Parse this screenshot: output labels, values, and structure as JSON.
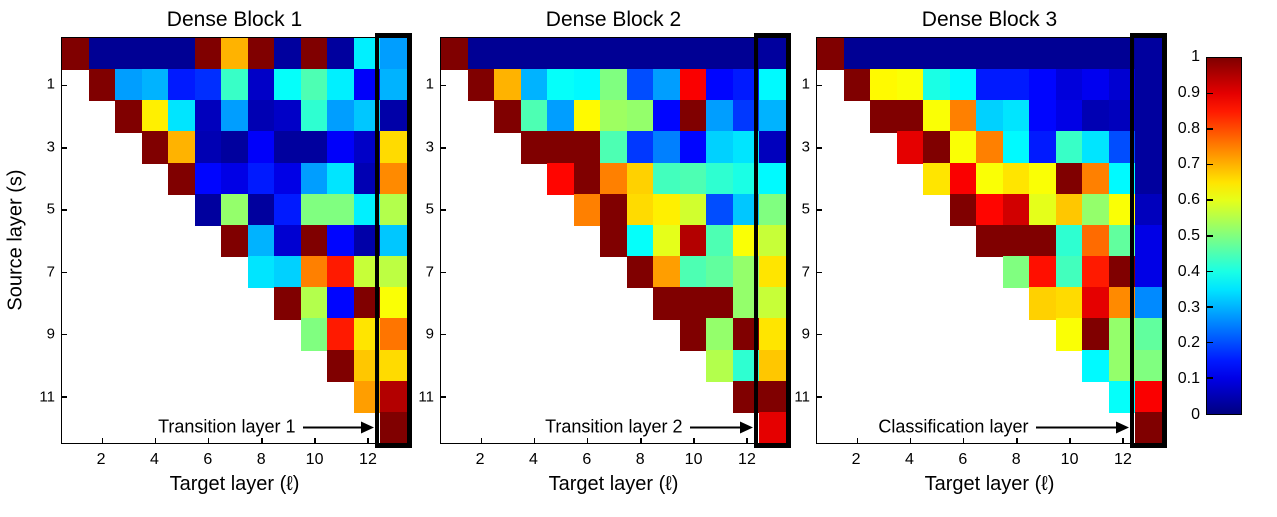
{
  "chart_data": {
    "type": "heatmap",
    "colormap": "jet",
    "value_range": [
      0,
      1
    ],
    "n_rows": 13,
    "n_cols": 13,
    "x_label": "Target layer (ℓ)",
    "y_label": "Source layer (s)",
    "x_tick_labels": [
      "2",
      "4",
      "6",
      "8",
      "10",
      "12"
    ],
    "x_tick_cols": [
      2,
      4,
      6,
      8,
      10,
      12
    ],
    "y_tick_labels": [
      "1",
      "3",
      "5",
      "7",
      "9",
      "11"
    ],
    "y_tick_rows": [
      1,
      3,
      5,
      7,
      9,
      11
    ],
    "grid": false,
    "legend_position": "right-colorbar",
    "colorbar_ticks": [
      "1",
      "0.9",
      "0.8",
      "0.7",
      "0.6",
      "0.5",
      "0.4",
      "0.3",
      "0.2",
      "0.1",
      "0"
    ],
    "highlight_color": "#000000",
    "panels": [
      {
        "title": "Dense Block 1",
        "annotation": "Transition layer 1",
        "highlight_column": 13,
        "matrix": [
          [
            1,
            0.02,
            0.02,
            0.02,
            0.02,
            1,
            0.7,
            1,
            0.03,
            1,
            0.03,
            0.36,
            0.28
          ],
          [
            null,
            1,
            0.28,
            0.3,
            0.15,
            0.17,
            0.43,
            0.07,
            0.38,
            0.45,
            0.36,
            0.12,
            0.3
          ],
          [
            null,
            null,
            1,
            0.64,
            0.35,
            0.06,
            0.28,
            0.05,
            0.07,
            0.42,
            0.28,
            0.32,
            0.04
          ],
          [
            null,
            null,
            null,
            1,
            0.7,
            0.05,
            0.03,
            0.12,
            0.03,
            0.03,
            0.12,
            0.07,
            0.66
          ],
          [
            null,
            null,
            null,
            null,
            1,
            0.13,
            0.1,
            0.15,
            0.1,
            0.28,
            0.35,
            0.05,
            0.74
          ],
          [
            null,
            null,
            null,
            null,
            null,
            0.03,
            0.52,
            0.03,
            0.15,
            0.5,
            0.5,
            0.36,
            0.55
          ],
          [
            null,
            null,
            null,
            null,
            null,
            null,
            1,
            0.3,
            0.08,
            1,
            0.13,
            0.04,
            0.32
          ],
          [
            null,
            null,
            null,
            null,
            null,
            null,
            null,
            0.35,
            0.33,
            0.75,
            0.85,
            0.57,
            0.56
          ],
          [
            null,
            null,
            null,
            null,
            null,
            null,
            null,
            null,
            1,
            0.55,
            0.13,
            1,
            0.62
          ],
          [
            null,
            null,
            null,
            null,
            null,
            null,
            null,
            null,
            null,
            0.5,
            0.85,
            0.65,
            0.76
          ],
          [
            null,
            null,
            null,
            null,
            null,
            null,
            null,
            null,
            null,
            null,
            1,
            0.68,
            0.66
          ],
          [
            null,
            null,
            null,
            null,
            null,
            null,
            null,
            null,
            null,
            null,
            null,
            0.72,
            0.95
          ],
          [
            null,
            null,
            null,
            null,
            null,
            null,
            null,
            null,
            null,
            null,
            null,
            null,
            1
          ]
        ]
      },
      {
        "title": "Dense Block 2",
        "annotation": "Transition layer 2",
        "highlight_column": 13,
        "matrix": [
          [
            1,
            0.02,
            0.02,
            0.02,
            0.02,
            0.02,
            0.02,
            0.02,
            0.02,
            0.02,
            0.02,
            0.02,
            0.03
          ],
          [
            null,
            1,
            0.7,
            0.3,
            0.38,
            0.37,
            0.5,
            0.2,
            0.28,
            0.88,
            0.13,
            0.15,
            0.37
          ],
          [
            null,
            null,
            1,
            0.45,
            0.28,
            0.63,
            0.53,
            0.52,
            0.13,
            1,
            0.28,
            0.18,
            0.3
          ],
          [
            null,
            null,
            null,
            1,
            1,
            1,
            0.45,
            0.18,
            0.25,
            0.13,
            0.33,
            0.35,
            0.06
          ],
          [
            null,
            null,
            null,
            null,
            0.87,
            1,
            0.75,
            0.67,
            0.44,
            0.45,
            0.42,
            0.4,
            0.37
          ],
          [
            null,
            null,
            null,
            null,
            null,
            0.75,
            1,
            0.66,
            0.64,
            0.58,
            0.2,
            0.32,
            0.5
          ],
          [
            null,
            null,
            null,
            null,
            null,
            null,
            1,
            0.38,
            0.6,
            0.95,
            0.45,
            0.62,
            0.57
          ],
          [
            null,
            null,
            null,
            null,
            null,
            null,
            null,
            1,
            0.72,
            0.45,
            0.47,
            0.52,
            0.65
          ],
          [
            null,
            null,
            null,
            null,
            null,
            null,
            null,
            null,
            1,
            1,
            1,
            0.52,
            0.57
          ],
          [
            null,
            null,
            null,
            null,
            null,
            null,
            null,
            null,
            null,
            1,
            0.52,
            1,
            0.65
          ],
          [
            null,
            null,
            null,
            null,
            null,
            null,
            null,
            null,
            null,
            null,
            0.55,
            0.42,
            0.68
          ],
          [
            null,
            null,
            null,
            null,
            null,
            null,
            null,
            null,
            null,
            null,
            null,
            1,
            1
          ],
          [
            null,
            null,
            null,
            null,
            null,
            null,
            null,
            null,
            null,
            null,
            null,
            null,
            0.9
          ]
        ]
      },
      {
        "title": "Dense Block 3",
        "annotation": "Classification layer",
        "highlight_column": 13,
        "matrix": [
          [
            1,
            0.02,
            0.02,
            0.02,
            0.02,
            0.02,
            0.02,
            0.02,
            0.02,
            0.02,
            0.02,
            0.02,
            0.03
          ],
          [
            null,
            1,
            0.63,
            0.62,
            0.4,
            0.37,
            0.15,
            0.15,
            0.13,
            0.09,
            0.11,
            0.08,
            0.03
          ],
          [
            null,
            null,
            1,
            1,
            0.62,
            0.75,
            0.33,
            0.35,
            0.13,
            0.1,
            0.05,
            0.06,
            0.03
          ],
          [
            null,
            null,
            null,
            0.9,
            1,
            0.62,
            0.75,
            0.37,
            0.15,
            0.43,
            0.35,
            0.2,
            0.03
          ],
          [
            null,
            null,
            null,
            null,
            0.65,
            0.88,
            0.62,
            0.65,
            0.62,
            1,
            0.75,
            0.37,
            0.03
          ],
          [
            null,
            null,
            null,
            null,
            null,
            1,
            0.87,
            0.92,
            0.6,
            0.68,
            0.52,
            0.62,
            0.06
          ],
          [
            null,
            null,
            null,
            null,
            null,
            null,
            1,
            1,
            1,
            0.42,
            0.77,
            0.47,
            0.1
          ],
          [
            null,
            null,
            null,
            null,
            null,
            null,
            null,
            0.5,
            0.86,
            0.44,
            0.85,
            1,
            0.1
          ],
          [
            null,
            null,
            null,
            null,
            null,
            null,
            null,
            null,
            0.67,
            0.66,
            0.9,
            0.74,
            0.26
          ],
          [
            null,
            null,
            null,
            null,
            null,
            null,
            null,
            null,
            null,
            0.62,
            1,
            0.52,
            0.47
          ],
          [
            null,
            null,
            null,
            null,
            null,
            null,
            null,
            null,
            null,
            null,
            0.37,
            0.52,
            0.5
          ],
          [
            null,
            null,
            null,
            null,
            null,
            null,
            null,
            null,
            null,
            null,
            null,
            0.38,
            0.88
          ],
          [
            null,
            null,
            null,
            null,
            null,
            null,
            null,
            null,
            null,
            null,
            null,
            null,
            1
          ]
        ]
      }
    ]
  }
}
